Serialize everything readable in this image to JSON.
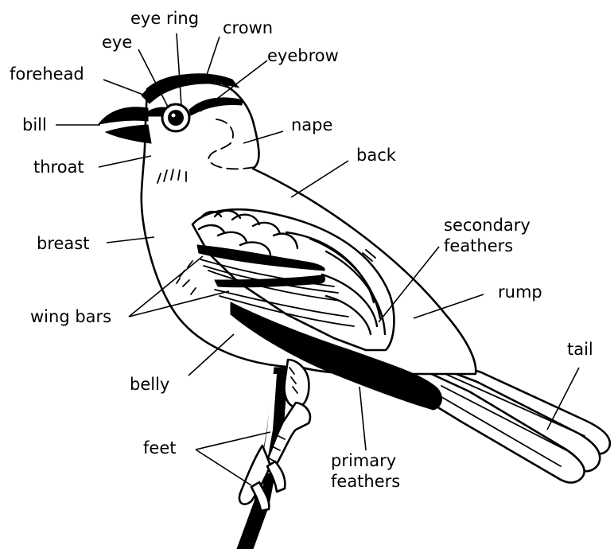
{
  "labels": {
    "eye_ring": "eye ring",
    "crown": "crown",
    "eye": "eye",
    "eyebrow": "eyebrow",
    "forehead": "forehead",
    "bill": "bill",
    "nape": "nape",
    "throat": "throat",
    "back": "back",
    "secondary_feathers_1": "secondary",
    "secondary_feathers_2": "feathers",
    "breast": "breast",
    "rump": "rump",
    "wing_bars": "wing bars",
    "tail": "tail",
    "belly": "belly",
    "feet": "feet",
    "primary_feathers_1": "primary",
    "primary_feathers_2": "feathers"
  },
  "colors": {
    "ink": "#000000",
    "paper": "#ffffff"
  }
}
